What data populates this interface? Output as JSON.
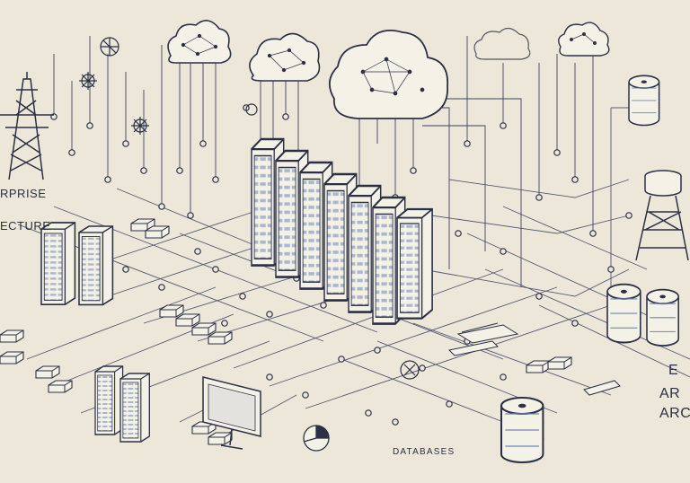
{
  "scene": {
    "background": "#ece7d8",
    "ink": "#2b3045",
    "accent": "#5b6f9c",
    "labels": {
      "left_top": "RPRISE",
      "left_bottom": "ECTURE",
      "right_top": "E",
      "right_mid": "AR",
      "right_bottom": "ARC",
      "databases": "DATABASES"
    },
    "icons": [
      "cloud-icon",
      "server-rack-icon",
      "database-icon",
      "transmission-tower-icon",
      "water-tower-icon",
      "monitor-icon",
      "pie-chart-icon",
      "network-node-icon"
    ]
  }
}
